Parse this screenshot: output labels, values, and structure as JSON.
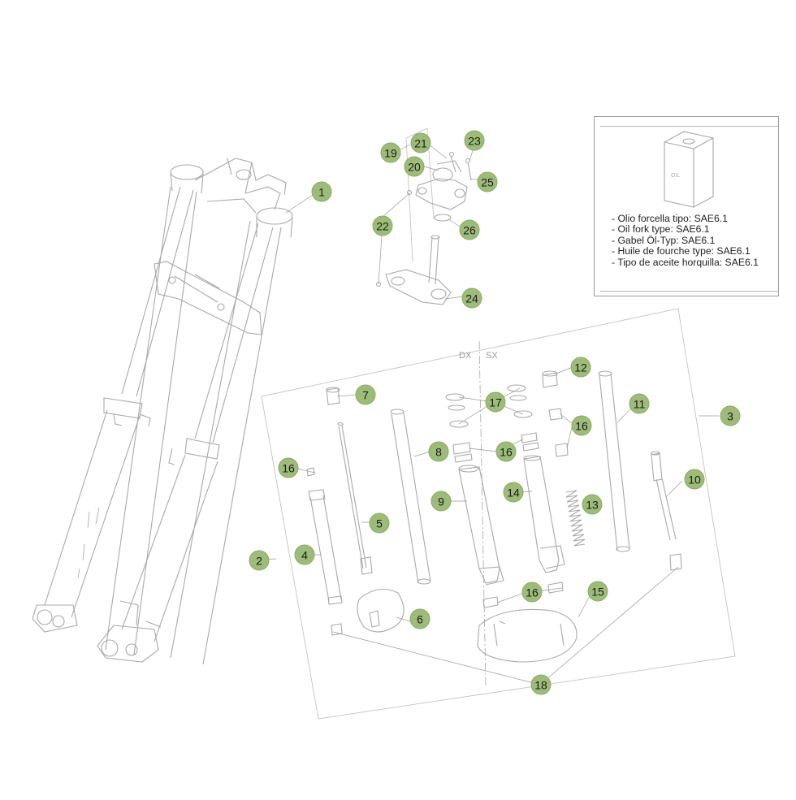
{
  "diagram": {
    "section_labels": {
      "dx": "DX",
      "sx": "SX"
    },
    "oil_can_label": "OIL",
    "oil_info": [
      "- Olio forcella tipo: SAE6.1",
      "- Oil fork type: SAE6.1",
      "- Gabel Öl-Typ: SAE6.1",
      "- Huile de fourche type: SAE6.1",
      "- Tipo de aceite horquilla: SAE6.1"
    ],
    "callouts": [
      "1",
      "2",
      "3",
      "4",
      "5",
      "6",
      "7",
      "8",
      "9",
      "10",
      "11",
      "12",
      "13",
      "14",
      "15",
      "16",
      "16",
      "16",
      "16",
      "17",
      "18",
      "19",
      "20",
      "21",
      "22",
      "23",
      "24",
      "25",
      "26"
    ],
    "colors": {
      "callout_fill": "#9ebc79",
      "line": "#a9a9a9"
    }
  }
}
